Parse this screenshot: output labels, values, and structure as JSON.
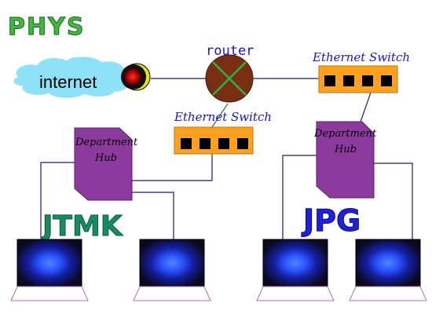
{
  "title": "PHYS",
  "cloud_label": "internet",
  "router_label": "router",
  "switch_left_label": "Ethernet Switch",
  "switch_right_label": "Ethernet Switch",
  "hub_left": {
    "line1": "Department",
    "line2": "Hub"
  },
  "hub_right": {
    "line1": "Department",
    "line2": "Hub"
  },
  "dept_left": "JTMK",
  "dept_right": "JPG",
  "colors": {
    "title_green": "#3dbb3d",
    "cloud": "#8fe1f7",
    "router_brown": "#7a3010",
    "router_cross": "#2bb14b",
    "switch_orange": "#ffa11e",
    "port": "#000000",
    "label_blue": "#1414d2",
    "hub_purple": "#8c3a9d",
    "dept_left": "#178c5e",
    "dept_right": "#2020d8",
    "wire_blue": "#1b1b7a",
    "wire_green": "#2d7d2d",
    "screen_dark": "#0a0a1e",
    "screen_glow": "#2a54ff",
    "stand": "#b070b0"
  }
}
